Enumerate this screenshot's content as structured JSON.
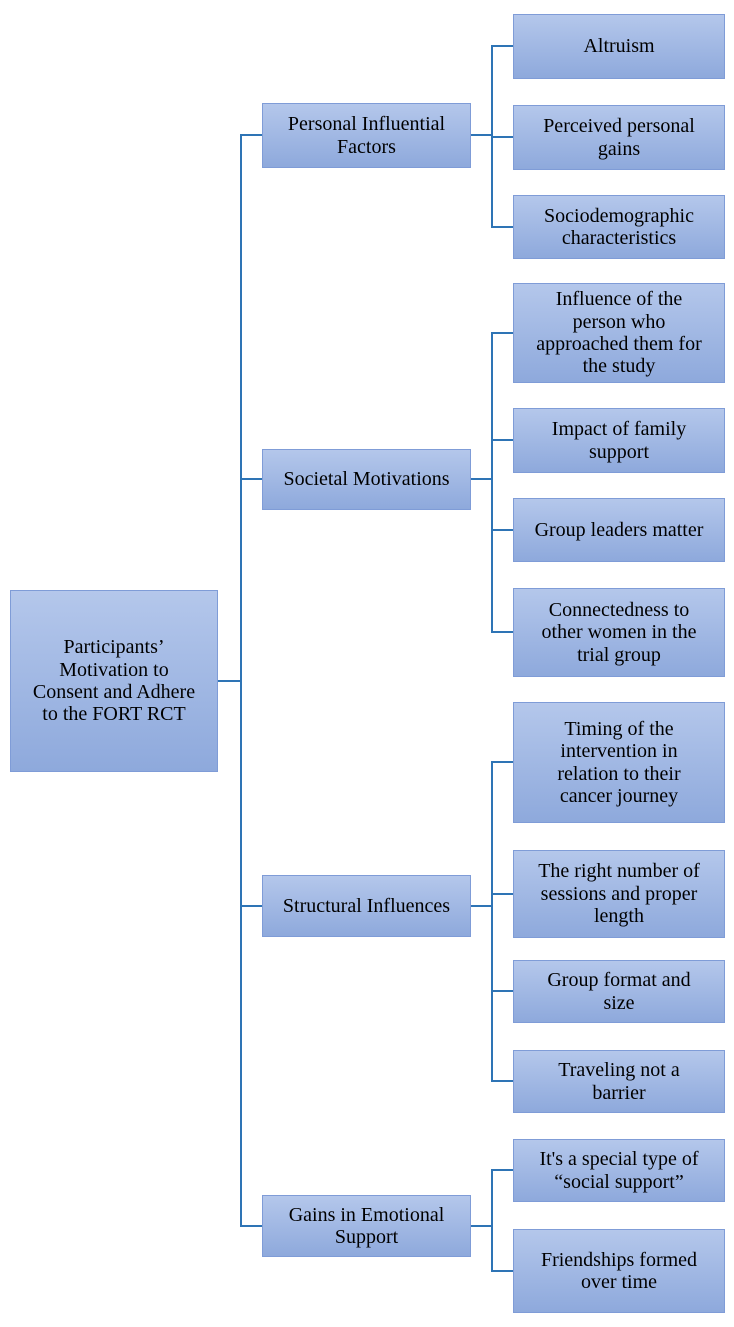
{
  "figure": {
    "type": "concept-map",
    "background": "#ffffff",
    "colors": {
      "box_fill_top": "#b4c7eb",
      "box_fill_bottom": "#8ea9dc",
      "box_border": "#7f9cd7",
      "connector": "#2e74b5",
      "text": "#000000"
    },
    "root": {
      "label": "Participants’ Motivation to Consent and Adhere to the FORT RCT"
    },
    "branches": [
      {
        "label": "Personal Influential Factors",
        "children": [
          "Altruism",
          "Perceived personal gains",
          "Sociodemographic characteristics"
        ]
      },
      {
        "label": "Societal Motivations",
        "children": [
          "Influence of the person who approached them for the study",
          "Impact of family support",
          "Group leaders matter",
          "Connectedness to other women in the trial group"
        ]
      },
      {
        "label": "Structural Influences",
        "children": [
          "Timing of the intervention in relation to their cancer journey",
          "The right number of sessions and proper length",
          "Group format and size",
          "Traveling not a barrier"
        ]
      },
      {
        "label": "Gains in Emotional Support",
        "children": [
          "It's a special type of “social support”",
          "Friendships formed over time"
        ]
      }
    ]
  }
}
